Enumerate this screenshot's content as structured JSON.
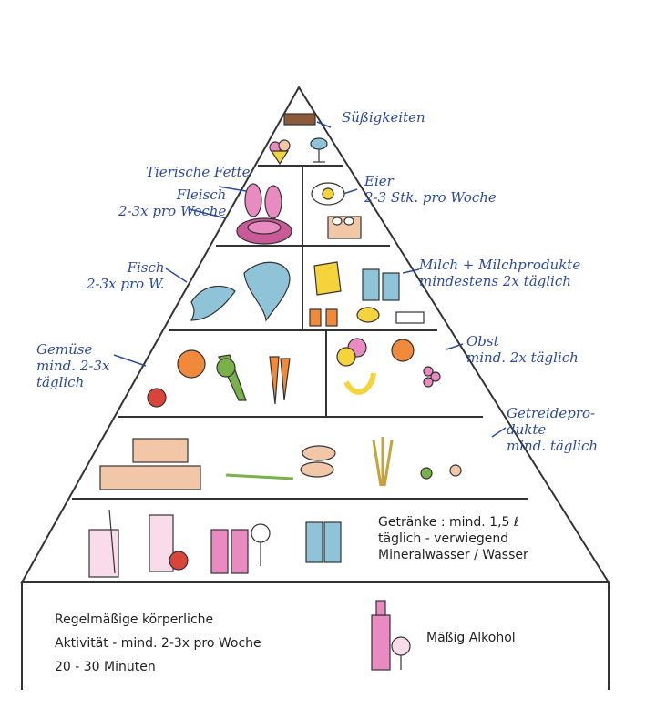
{
  "levels": {
    "sweets": {
      "label": "Süßigkeiten"
    },
    "animal_fats": {
      "label": "Tierische Fette"
    },
    "meat": {
      "lines": [
        "Fleisch",
        "2-3x pro Woche"
      ]
    },
    "eggs": {
      "lines": [
        "Eier",
        "2-3 Stk. pro Woche"
      ]
    },
    "fish": {
      "lines": [
        "Fisch",
        "2-3x pro W."
      ]
    },
    "dairy": {
      "lines": [
        "Milch + Milchprodukte",
        "mindestens 2x täglich"
      ]
    },
    "vegetables": {
      "lines": [
        "Gemüse",
        "mind. 2-3x",
        "täglich"
      ]
    },
    "fruit": {
      "lines": [
        "Obst",
        "mind. 2x täglich"
      ]
    },
    "grains": {
      "lines": [
        "Getreidepro-",
        "dukte",
        "mind. täglich"
      ]
    },
    "drinks": {
      "lines": [
        "Getränke : mind. 1,5 ℓ",
        "täglich - verwiegend",
        "Mineralwasser / Wasser"
      ]
    }
  },
  "base": {
    "activity": [
      "Regelmäßige körperliche",
      "Aktivität - mind. 2-3x pro Woche",
      "20 - 30 Minuten"
    ],
    "alcohol": "Mäßig Alkohol"
  },
  "colors": {
    "ink": "#2c4a9e",
    "outline": "#333333",
    "pink": "#e98bc0",
    "pink_dark": "#c75a97",
    "orange": "#f08a3a",
    "yellow": "#f5d33a",
    "green": "#7ab04a",
    "blue": "#8fc3d8",
    "red": "#d9453a",
    "brown": "#8a5a3a",
    "peach": "#f2c7a8"
  }
}
